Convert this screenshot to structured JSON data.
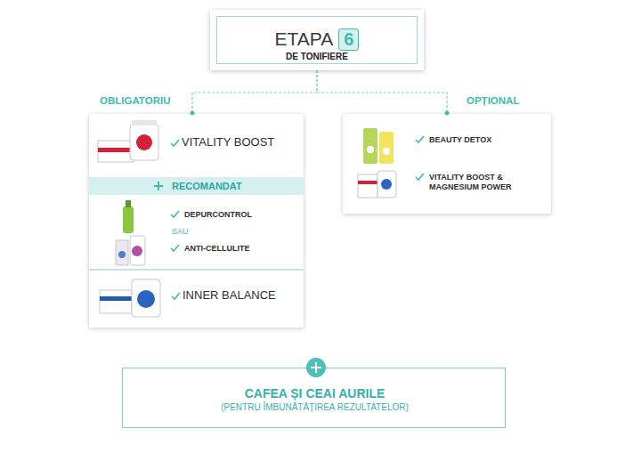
{
  "diagram": {
    "nodes": [
      {
        "text": [
          "ETAPA",
          "6",
          "DE TONIFIERE"
        ]
      },
      {
        "text": [
          "OBLIGATORIU",
          "VITALITY BOOST",
          "DEPURCONTROL",
          "SAU",
          "ANTI-CELLULITE",
          "INNER BALANCE"
        ]
      },
      {
        "text": [
          "RECOMANDAT"
        ],
        "in": 1
      },
      {
        "text": [
          "OPȚIONAL",
          "BEAUTY DETOX",
          "VITALITY BOOST & MAGNESIUM POWER"
        ]
      },
      {
        "text": [
          "CAFEA ȘI CEAI AURILE",
          "(PENTRU ÎMBUNĂTĂȚIREA REZULTATELOR)"
        ]
      }
    ],
    "edges": [
      {
        "from": 0,
        "to": 1,
        "arrow": "none"
      },
      {
        "from": 0,
        "to": 3,
        "arrow": "none"
      }
    ]
  }
}
